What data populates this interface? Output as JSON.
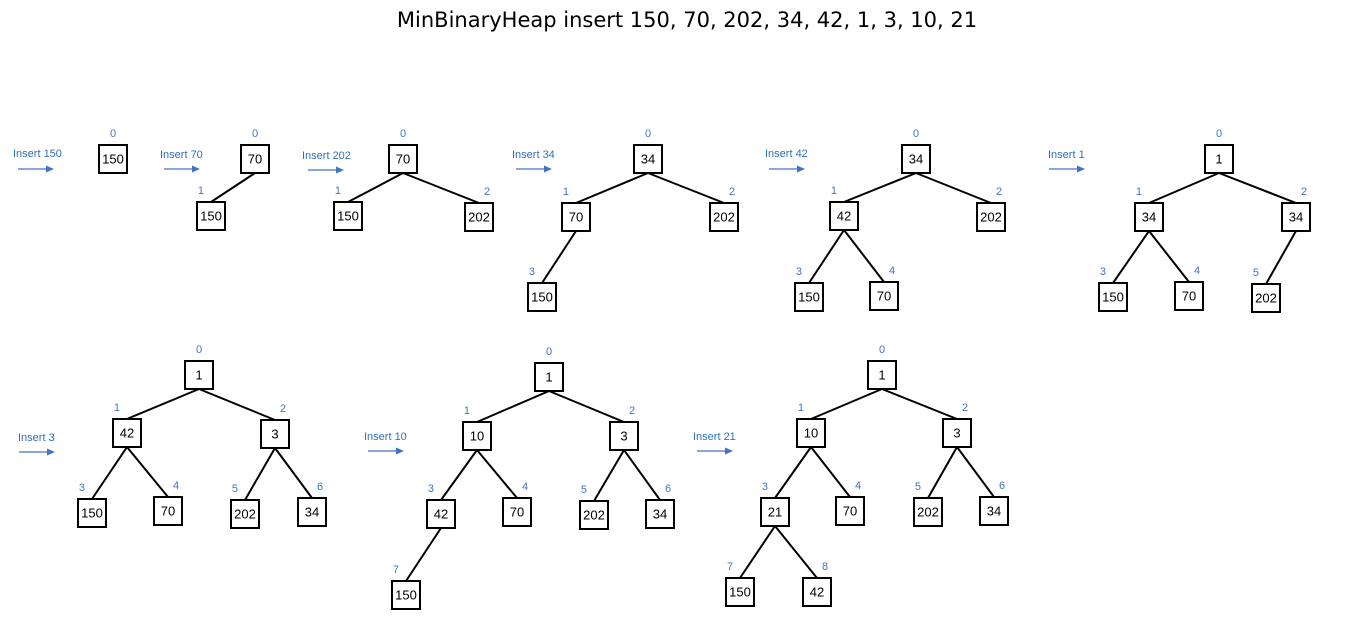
{
  "title": "MinBinaryHeap insert 150, 70, 202, 34, 42, 1, 3, 10, 21",
  "colors": {
    "index": "#4472c4",
    "arrow": "#4472c4",
    "box_border": "#000000"
  },
  "steps": [
    {
      "label": "Insert 150",
      "heap": [
        "150"
      ]
    },
    {
      "label": "Insert 70",
      "heap": [
        "70",
        "150"
      ]
    },
    {
      "label": "Insert 202",
      "heap": [
        "70",
        "150",
        "202"
      ]
    },
    {
      "label": "Insert 34",
      "heap": [
        "34",
        "70",
        "202",
        "150"
      ]
    },
    {
      "label": "Insert 42",
      "heap": [
        "34",
        "42",
        "202",
        "150",
        "70"
      ]
    },
    {
      "label": "Insert 1",
      "heap": [
        "1",
        "34",
        "34",
        "150",
        "70",
        "202"
      ]
    },
    {
      "label": "Insert 3",
      "heap": [
        "1",
        "42",
        "3",
        "150",
        "70",
        "202",
        "34"
      ]
    },
    {
      "label": "Insert 10",
      "heap": [
        "1",
        "10",
        "3",
        "42",
        "70",
        "202",
        "34",
        "150"
      ]
    },
    {
      "label": "Insert 21",
      "heap": [
        "1",
        "10",
        "3",
        "21",
        "70",
        "202",
        "34",
        "150",
        "42"
      ]
    }
  ]
}
